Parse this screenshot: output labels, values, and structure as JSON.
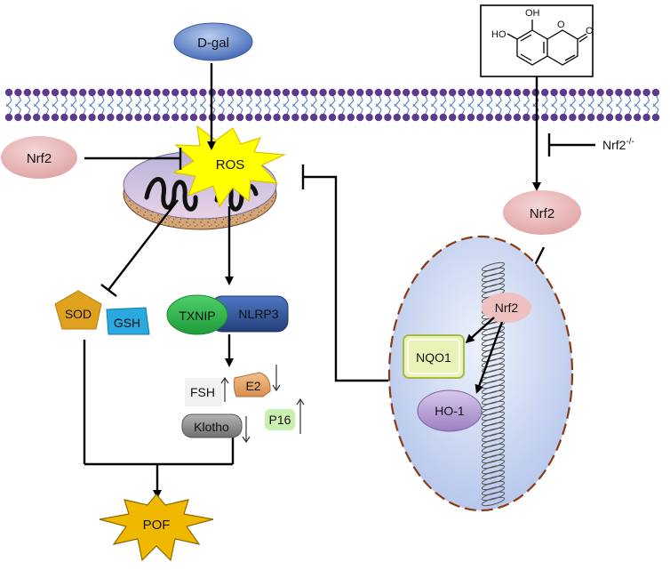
{
  "labels": {
    "dgal": "D-gal",
    "nrf2_left": "Nrf2",
    "ros": "ROS",
    "sod": "SOD",
    "gsh": "GSH",
    "txnip": "TXNIP",
    "nlrp3": "NLRP3",
    "fsh": "FSH",
    "e2": "E2",
    "klotho": "Klotho",
    "p16": "P16",
    "pof": "POF",
    "nrf2_ko_base": "Nrf2",
    "nrf2_ko_sup": "-/-",
    "nrf2_cyto": "Nrf2",
    "nrf2_nuc": "Nrf2",
    "nqo1": "NQO1",
    "ho1": "HO-1"
  },
  "molecule": {
    "oh_top": "OH",
    "ho_left": "HO",
    "ring_o": "O",
    "keto_o": "O"
  },
  "colors": {
    "dgal": "#5b7fc0",
    "nrf2": "#e8b4b4",
    "ros": "#ffff00",
    "sod": "#e0a21e",
    "gsh": "#29a9e0",
    "txnip": "#2bb34a",
    "nlrp3": "#3458a0",
    "e2": "#e3a26b",
    "klotho": "#8c8c8c",
    "p16": "#c9f0b0",
    "pof": "#f1b800",
    "nqo1": "#e9f3b8",
    "ho1": "#b39ccf",
    "nucleus": "#cfdcf5",
    "membrane_head": "#5d3a8c",
    "membrane_tail": "#4a7fc0"
  }
}
